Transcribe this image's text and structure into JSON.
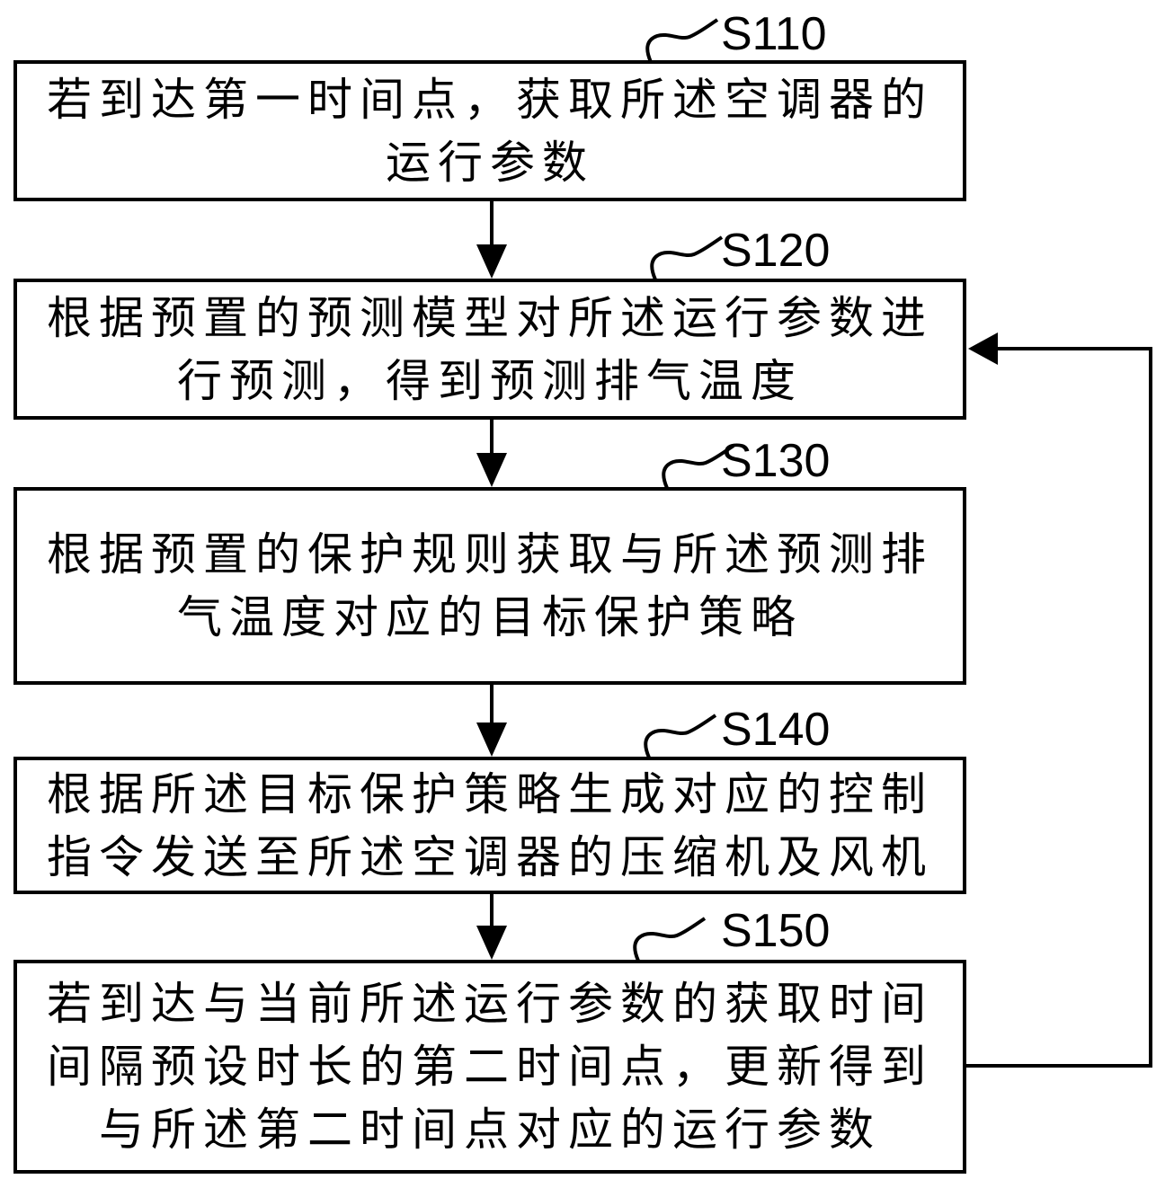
{
  "figure_type": "patent-flowchart",
  "colors": {
    "ink": "#000000",
    "background": "#ffffff"
  },
  "steps": [
    {
      "id": "S110",
      "lines": [
        "若到达第一时间点，获取所述空调器的",
        "运行参数"
      ]
    },
    {
      "id": "S120",
      "lines": [
        "根据预置的预测模型对所述运行参数进",
        "行预测，得到预测排气温度"
      ]
    },
    {
      "id": "S130",
      "lines": [
        "根据预置的保护规则获取与所述预测排",
        "气温度对应的目标保护策略"
      ]
    },
    {
      "id": "S140",
      "lines": [
        "根据所述目标保护策略生成对应的控制",
        "指令发送至所述空调器的压缩机及风机"
      ]
    },
    {
      "id": "S150",
      "lines": [
        "若到达与当前所述运行参数的获取时间",
        "间隔预设时长的第二时间点，更新得到",
        "与所述第二时间点对应的运行参数"
      ]
    }
  ]
}
